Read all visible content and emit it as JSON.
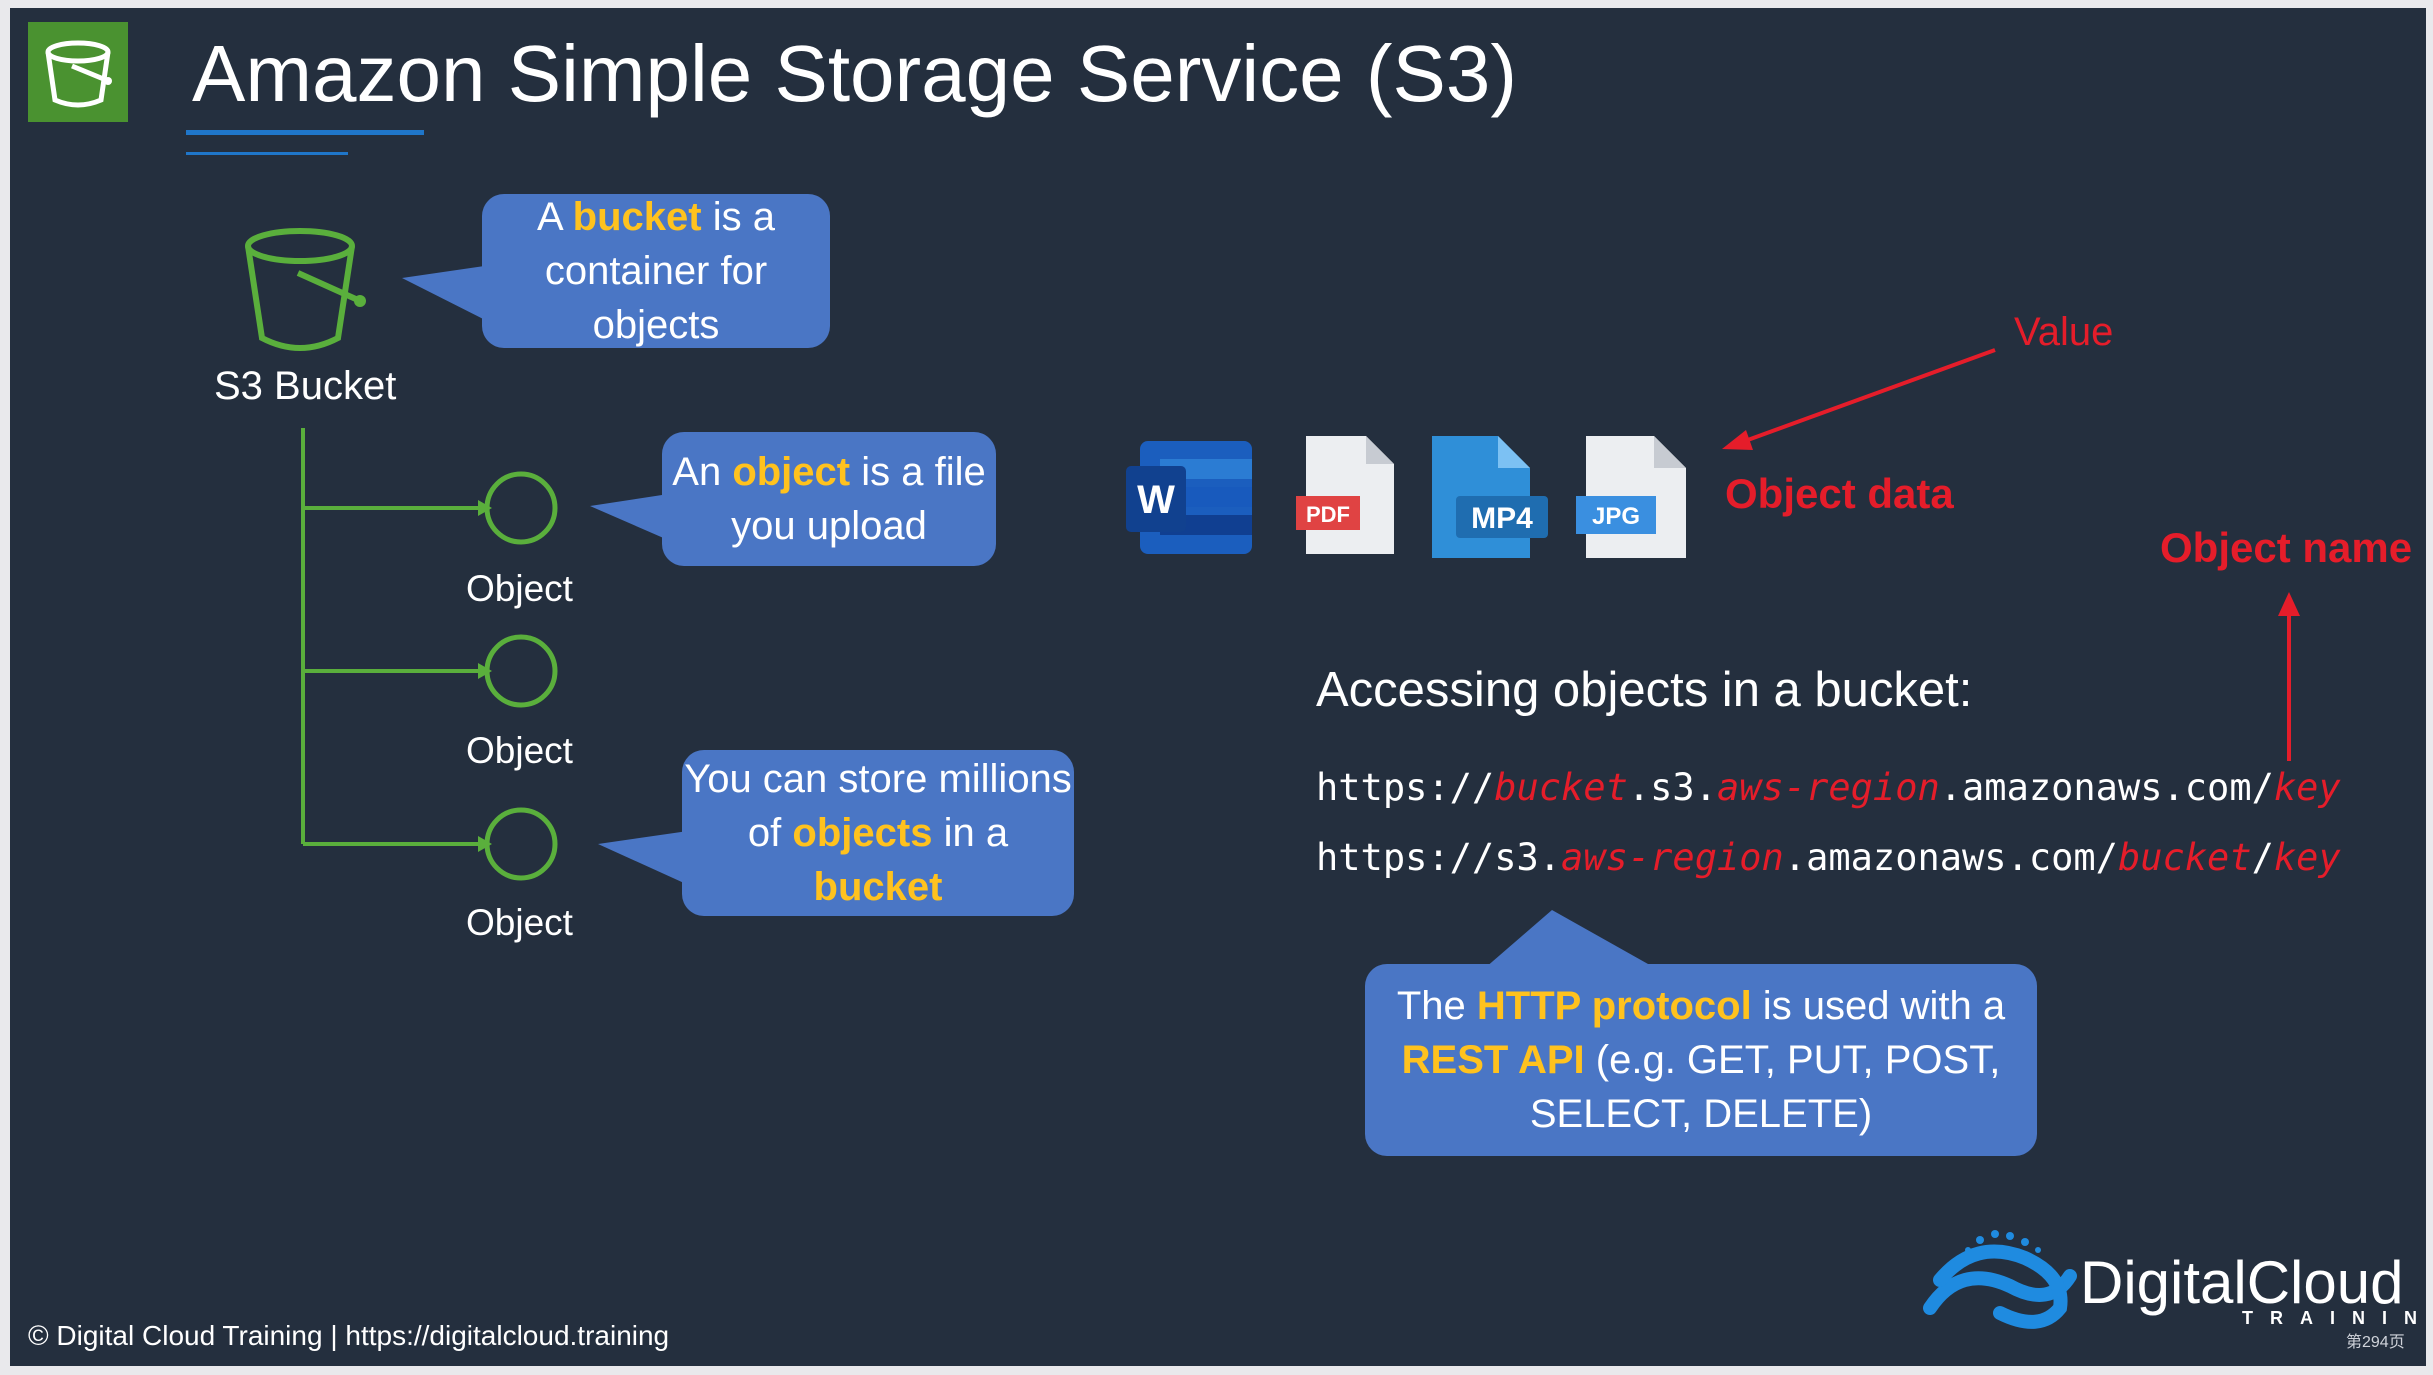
{
  "title": "Amazon Simple Storage Service (S3)",
  "bucket_label": "S3 Bucket",
  "object_labels": [
    "Object",
    "Object",
    "Object"
  ],
  "callouts": {
    "bucket": {
      "pre": "A ",
      "hl": "bucket",
      "post": " is a container for objects"
    },
    "object": {
      "pre": "An ",
      "hl": "object",
      "post": " is a file you upload"
    },
    "store": {
      "pre": "You can store millions of ",
      "hl1": "objects",
      "mid": " in a ",
      "hl2": "bucket"
    },
    "http": {
      "pre": "The ",
      "hl1": "HTTP protocol",
      "mid": " is used with a ",
      "hl2": "REST API",
      "post": " (e.g. GET, PUT, POST, SELECT, DELETE)"
    }
  },
  "file_icons": [
    {
      "name": "word-icon",
      "label": "W",
      "color": "#1b5ebe"
    },
    {
      "name": "pdf-icon",
      "label": "PDF",
      "color": "#e04343"
    },
    {
      "name": "mp4-icon",
      "label": "MP4",
      "color": "#2f8fd8"
    },
    {
      "name": "jpg-icon",
      "label": "JPG",
      "color": "#3a8fe0"
    }
  ],
  "value_label": "Value",
  "object_data_label": "Object data",
  "object_name_label": "Object name",
  "access_heading": "Accessing objects in a bucket:",
  "url1": {
    "p1": "https://",
    "v1": "bucket",
    "p2": ".s3.",
    "v2": "aws-region",
    "p3": ".amazonaws.com/",
    "v3": "key"
  },
  "url2": {
    "p1": "https://s3.",
    "v1": "aws-region",
    "p2": ".amazonaws.com/",
    "v2": "bucket",
    "p3": "/",
    "v3": "key"
  },
  "footer": "© Digital Cloud Training  | https://digitalcloud.training",
  "brand": "DigitalCloud",
  "brand_sub": "TRAINING",
  "page_number": "第294页",
  "colors": {
    "background": "#242f3e",
    "callout": "#4a76c5",
    "highlight": "#ffc21e",
    "annotation": "#e51d2a",
    "connector": "#5aaf3c"
  }
}
